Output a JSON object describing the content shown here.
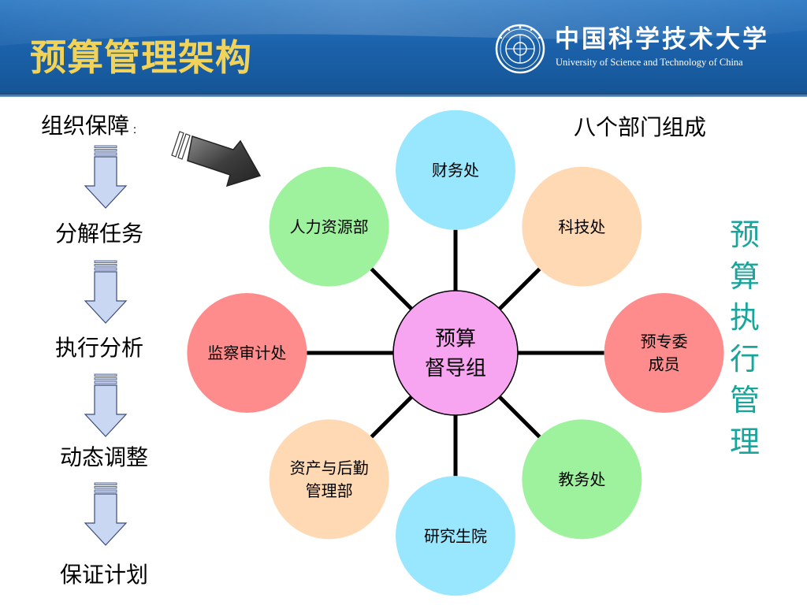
{
  "header": {
    "title": "预算管理架构",
    "university_cn": "中国科学技术大学",
    "university_en": "University of Science and Technology of China"
  },
  "flow": {
    "steps": [
      {
        "label": "组织保障",
        "suffix": "："
      },
      {
        "label": "分解任务"
      },
      {
        "label": "执行分析"
      },
      {
        "label": "动态调整"
      },
      {
        "label": "保证计划"
      }
    ]
  },
  "diagram": {
    "center": {
      "lines": [
        "预算",
        "督导组"
      ]
    },
    "departments": [
      {
        "lines": [
          "财务处"
        ],
        "color": "#99e6ff"
      },
      {
        "lines": [
          "科技处"
        ],
        "color": "#ffd9b3"
      },
      {
        "lines": [
          "预专委",
          "成员"
        ],
        "color": "#ff8c8c"
      },
      {
        "lines": [
          "教务处"
        ],
        "color": "#9ef29e"
      },
      {
        "lines": [
          "研究生院"
        ],
        "color": "#99e6ff"
      },
      {
        "lines": [
          "资产与后勤",
          "管理部"
        ],
        "color": "#ffd9b3"
      },
      {
        "lines": [
          "监察审计处"
        ],
        "color": "#ff8c8c"
      },
      {
        "lines": [
          "人力资源部"
        ],
        "color": "#9ef29e"
      }
    ],
    "center_color": "#f7a5f0",
    "dept_count_label": "八个部门组成",
    "side_label": "预算执行管理",
    "side_label_color": "#1aa59c"
  },
  "colors": {
    "banner": "#1c63ad",
    "title": "#f2d35a",
    "arrow_fill": "#c9d7f2"
  }
}
